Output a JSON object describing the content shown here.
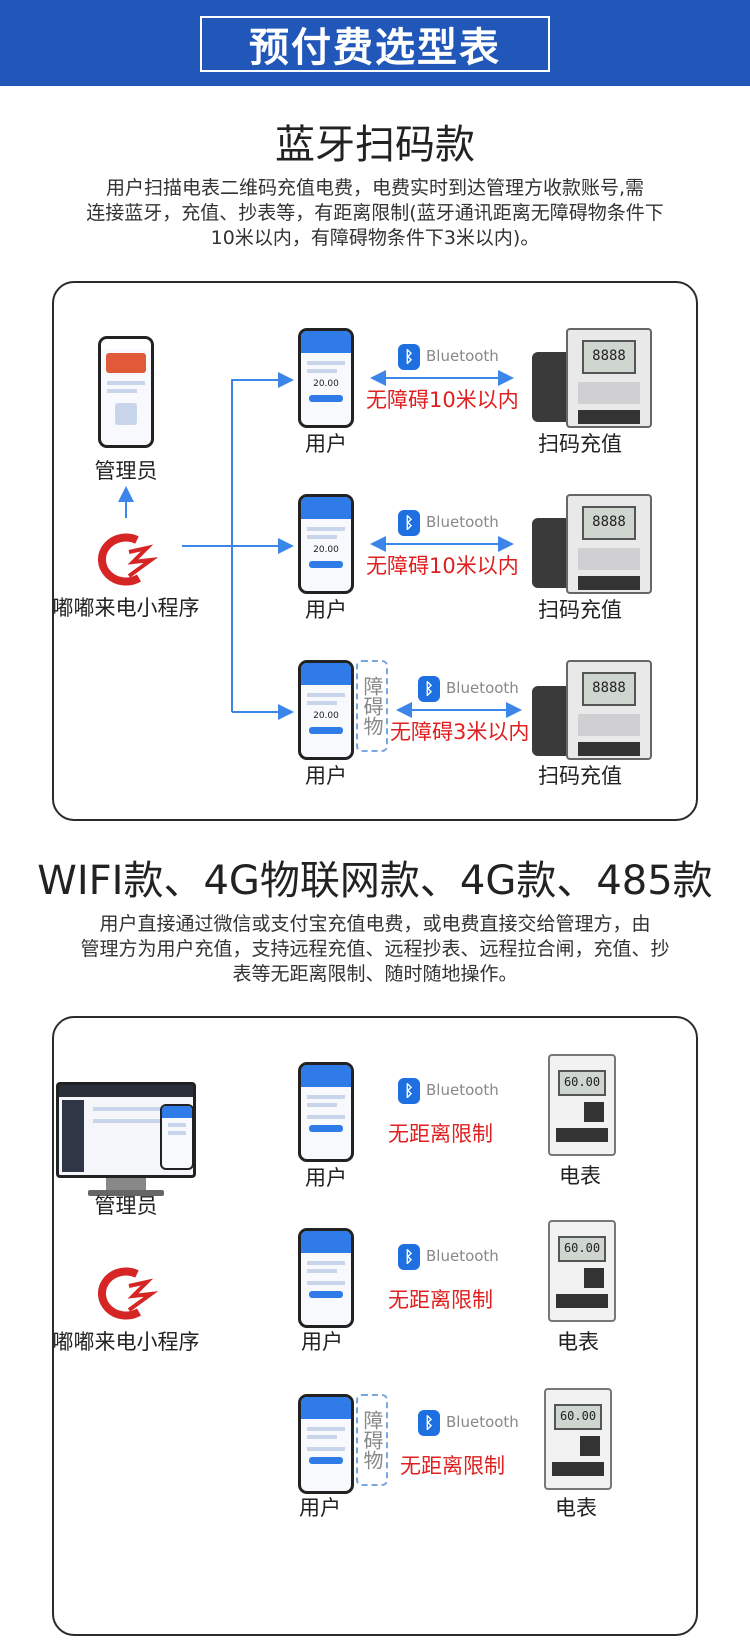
{
  "header": {
    "title": "预付费选型表"
  },
  "section1": {
    "title": "蓝牙扫码款",
    "desc": [
      "用户扫描电表二维码充值电费，电费实时到达管理方收款账号,需",
      "连接蓝牙，充值、抄表等，有距离限制(蓝牙通讯距离无障碍物条件下",
      "10米以内，有障碍物条件下3米以内)。"
    ],
    "admin_label": "管理员",
    "miniprogram_label": "嘟嘟来电小程序",
    "rows": [
      {
        "user_label": "用户",
        "bt_text": "Bluetooth",
        "distance": "无障碍10米以内",
        "meter_label": "扫码充值",
        "amount": "20.00"
      },
      {
        "user_label": "用户",
        "bt_text": "Bluetooth",
        "distance": "无障碍10米以内",
        "meter_label": "扫码充值",
        "amount": "20.00"
      },
      {
        "user_label": "用户",
        "bt_text": "Bluetooth",
        "distance": "无障碍3米以内",
        "meter_label": "扫码充值",
        "amount": "20.00",
        "obstacle": "障碍物"
      }
    ]
  },
  "section2": {
    "title": "WIFI款、4G物联网款、4G款、485款",
    "desc": [
      "用户直接通过微信或支付宝充值电费，或电费直接交给管理方，由",
      "管理方为用户充值，支持远程充值、远程抄表、远程拉合闸，充值、抄",
      "表等无距离限制、随时随地操作。"
    ],
    "admin_label": "管理员",
    "miniprogram_label": "嘟嘟来电小程序",
    "rows": [
      {
        "user_label": "用户",
        "bt_text": "Bluetooth",
        "distance": "无距离限制",
        "meter_label": "电表",
        "reading": "60.00"
      },
      {
        "user_label": "用户",
        "bt_text": "Bluetooth",
        "distance": "无距离限制",
        "meter_label": "电表",
        "reading": "60.00"
      },
      {
        "user_label": "用户",
        "bt_text": "Bluetooth",
        "distance": "无距离限制",
        "meter_label": "电表",
        "reading": "60.00",
        "obstacle": "障碍物"
      }
    ]
  },
  "colors": {
    "header_blue": "#2157b8",
    "line_blue": "#3b86e8",
    "red": "#e02020",
    "bt_blue": "#1e6fe0"
  }
}
